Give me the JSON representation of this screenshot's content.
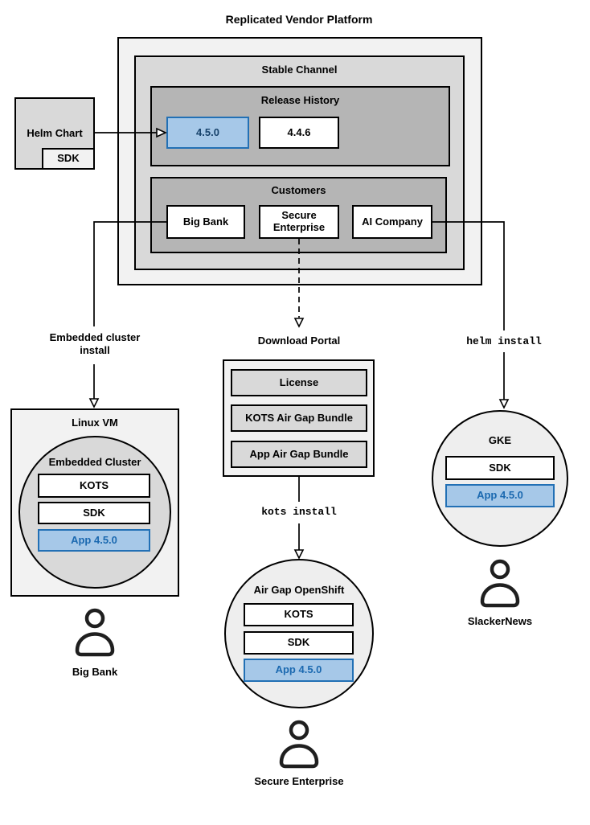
{
  "title": "Replicated Vendor Platform",
  "platform": {
    "stable_channel": {
      "title": "Stable Channel",
      "release_history": {
        "title": "Release History",
        "releases": [
          {
            "label": "4.5.0",
            "highlighted": true
          },
          {
            "label": "4.4.6",
            "highlighted": false
          }
        ]
      },
      "customers": {
        "title": "Customers",
        "items": [
          {
            "label": "Big Bank"
          },
          {
            "label": "Secure Enterprise"
          },
          {
            "label": "AI Company"
          }
        ]
      }
    }
  },
  "helm_chart": {
    "label": "Helm Chart",
    "sdk": "SDK"
  },
  "install_labels": {
    "embedded": "Embedded cluster install",
    "helm": "helm install",
    "kots": "kots install"
  },
  "download_portal": {
    "title": "Download Portal",
    "items": [
      {
        "label": "License"
      },
      {
        "label": "KOTS Air Gap Bundle"
      },
      {
        "label": "App Air Gap Bundle"
      }
    ]
  },
  "clusters": {
    "linux_vm": {
      "title": "Linux VM",
      "circle_title": "Embedded Cluster",
      "components": [
        {
          "label": "KOTS",
          "highlighted": false
        },
        {
          "label": "SDK",
          "highlighted": false
        },
        {
          "label": "App 4.5.0",
          "highlighted": true
        }
      ],
      "user": "Big Bank"
    },
    "openshift": {
      "circle_title": "Air Gap OpenShift",
      "components": [
        {
          "label": "KOTS",
          "highlighted": false
        },
        {
          "label": "SDK",
          "highlighted": false
        },
        {
          "label": "App 4.5.0",
          "highlighted": true
        }
      ],
      "user": "Secure Enterprise"
    },
    "gke": {
      "circle_title": "GKE",
      "components": [
        {
          "label": "SDK",
          "highlighted": false
        },
        {
          "label": "App 4.5.0",
          "highlighted": true
        }
      ],
      "user": "SlackerNews"
    }
  },
  "colors": {
    "box_light": "#f2f2f2",
    "box_mid": "#d9d9d9",
    "box_dark": "#b5b5b5",
    "circle_light": "#eeeeee",
    "highlight_fill": "#a6c8e8",
    "highlight_border": "#2270b5",
    "highlight_text": "#1b69b0",
    "line": "#000000"
  }
}
